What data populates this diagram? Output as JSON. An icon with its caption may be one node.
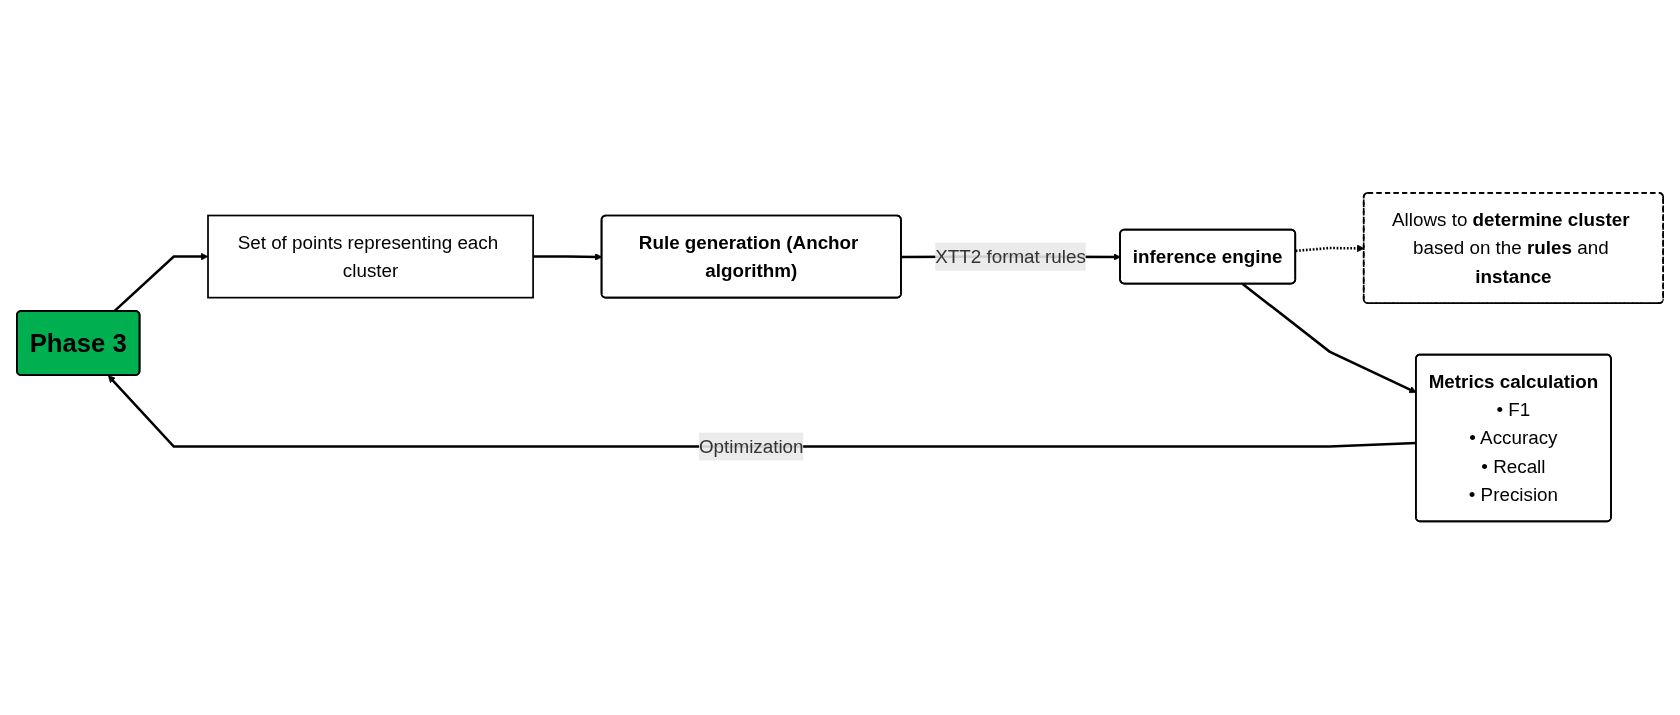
{
  "diagram": {
    "nodes": [
      {
        "text": [
          "Phase 3"
        ]
      },
      {
        "text": [
          "Set of points representing each cluster"
        ]
      },
      {
        "text": [
          "Rule generation (Anchor algorithm)"
        ]
      },
      {
        "text": [
          "inference engine"
        ]
      },
      {
        "text": [
          "Allows to **determine cluster** based on the **rules** and **instance**"
        ]
      },
      {
        "text": [
          "Metrics calculation",
          "• F1",
          "• Accuracy",
          "• Recall",
          "• Precision"
        ]
      }
    ],
    "edges": [
      {
        "from": 0,
        "to": 1,
        "arrow": "to"
      },
      {
        "from": 1,
        "to": 2,
        "arrow": "to"
      },
      {
        "from": 2,
        "to": 3,
        "arrow": "to",
        "label": "XTT2 format rules"
      },
      {
        "from": 3,
        "to": 4,
        "arrow": "to",
        "style": "dashed"
      },
      {
        "from": 3,
        "to": 5,
        "arrow": "to"
      },
      {
        "from": 5,
        "to": 0,
        "arrow": "to",
        "label": "Optimization"
      }
    ]
  }
}
